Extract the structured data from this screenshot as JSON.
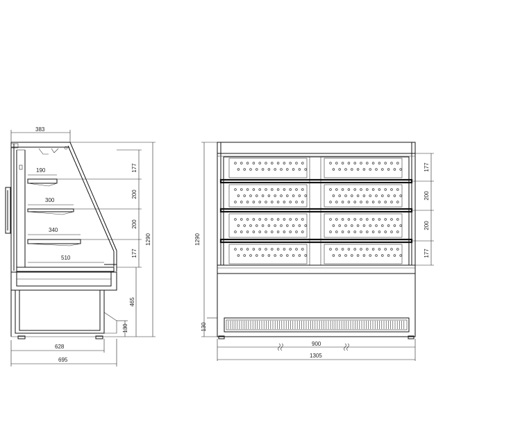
{
  "side_view": {
    "top_width": "383",
    "shelf_1_depth": "190",
    "shelf_2_depth": "300",
    "shelf_3_depth": "340",
    "deck_depth": "510",
    "base_depth": "628",
    "total_depth": "695",
    "height_total": "1290",
    "height_upper": "177",
    "height_shelf_2": "200",
    "height_shelf_3": "200",
    "height_lower": "177",
    "height_base": "465",
    "height_plinth": "130"
  },
  "front_view": {
    "height_total": "1290",
    "height_upper": "177",
    "height_shelf_2": "200",
    "height_shelf_3": "200",
    "height_lower": "177",
    "height_plinth": "130",
    "module_width": "900",
    "total_width": "1305"
  }
}
